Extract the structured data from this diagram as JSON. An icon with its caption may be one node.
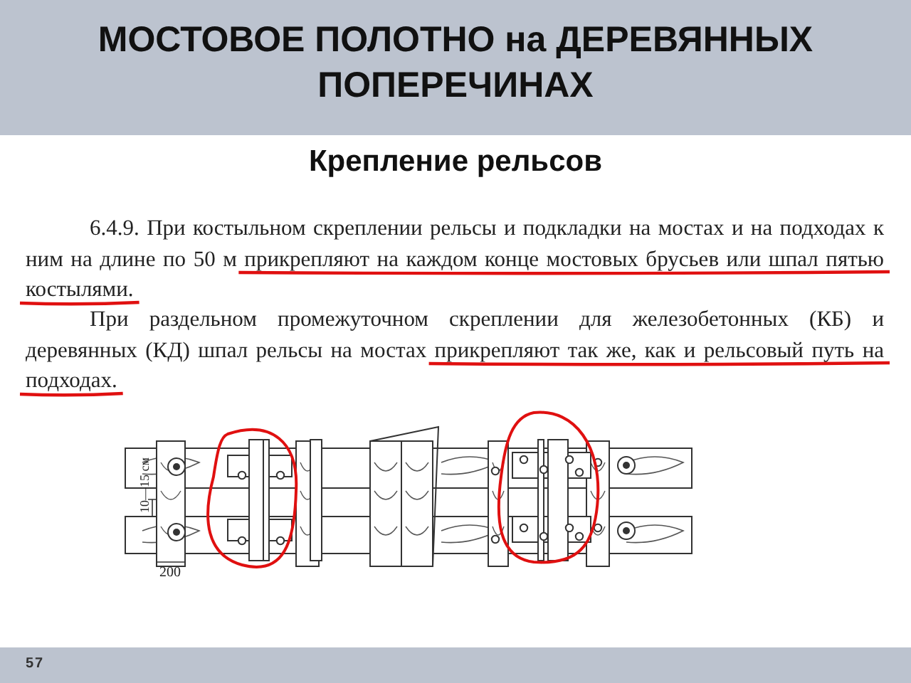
{
  "diagram": {
    "title": "МОСТОВОЕ ПОЛОТНО на ДЕРЕВЯННЫХ ПОПЕРЕЧИНАХ",
    "labels": [
      "Крепление рельсов",
      "6.4.9. При костыльном скреплении рельсы и подкладки на мостах и на подходах к ним на длине по 50 м прикрепляют на каждом конце мостовых брусьев или шпал пятью костылями.",
      "При раздельном промежуточном скреплении для железобетонных (КБ) и деревянных (КД) шпал рельсы на мостах прикрепляют так же, как и рельсовый путь на подходах.",
      "10—15 см",
      "200",
      "57"
    ]
  }
}
